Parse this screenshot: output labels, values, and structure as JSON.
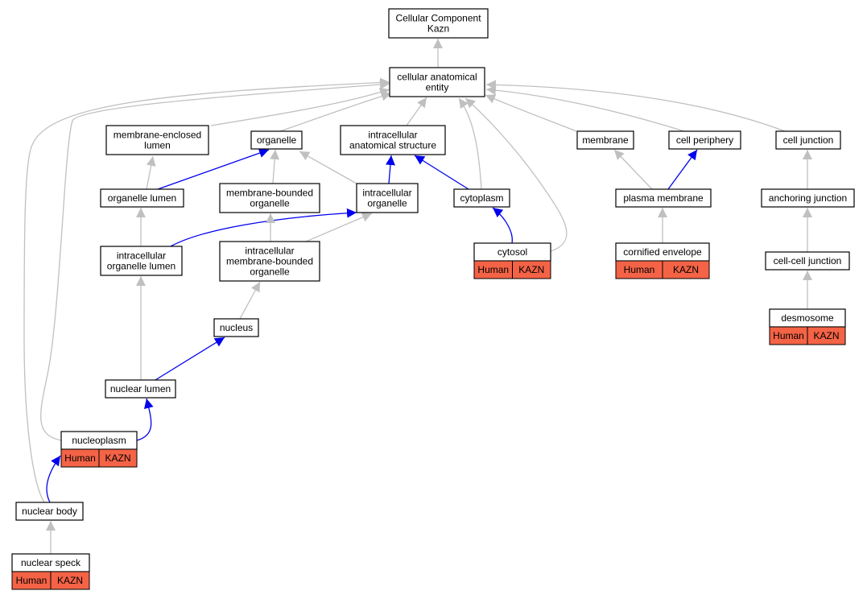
{
  "colors": {
    "edge_gray": "#c0c0c0",
    "edge_blue": "#0000ee",
    "annotation_fill": "#f46346",
    "node_fill": "#ffffff",
    "node_border": "#000000"
  },
  "nodes": {
    "root": {
      "lines": [
        "Cellular Component",
        "Kazn"
      ]
    },
    "cae": {
      "lines": [
        "cellular anatomical",
        "entity"
      ]
    },
    "mel": {
      "lines": [
        "membrane-enclosed",
        "lumen"
      ]
    },
    "organelle": {
      "lines": [
        "organelle"
      ]
    },
    "ias": {
      "lines": [
        "intracellular",
        "anatomical structure"
      ]
    },
    "membrane": {
      "lines": [
        "membrane"
      ]
    },
    "cellper": {
      "lines": [
        "cell periphery"
      ]
    },
    "celljunc": {
      "lines": [
        "cell junction"
      ]
    },
    "orglumen": {
      "lines": [
        "organelle lumen"
      ]
    },
    "mbo": {
      "lines": [
        "membrane-bounded",
        "organelle"
      ]
    },
    "io": {
      "lines": [
        "intracellular",
        "organelle"
      ]
    },
    "cytoplasm": {
      "lines": [
        "cytoplasm"
      ]
    },
    "plasmamem": {
      "lines": [
        "plasma membrane"
      ]
    },
    "anchjunc": {
      "lines": [
        "anchoring junction"
      ]
    },
    "iol": {
      "lines": [
        "intracellular",
        "organelle lumen"
      ]
    },
    "imbo": {
      "lines": [
        "intracellular",
        "membrane-bounded",
        "organelle"
      ]
    },
    "cytosol": {
      "lines": [
        "cytosol"
      ],
      "annotation": [
        "Human",
        "KAZN"
      ]
    },
    "cornenv": {
      "lines": [
        "cornified envelope"
      ],
      "annotation": [
        "Human",
        "KAZN"
      ]
    },
    "ccjunc": {
      "lines": [
        "cell-cell junction"
      ]
    },
    "nucleus": {
      "lines": [
        "nucleus"
      ]
    },
    "desmosome": {
      "lines": [
        "desmosome"
      ],
      "annotation": [
        "Human",
        "KAZN"
      ]
    },
    "nuclumen": {
      "lines": [
        "nuclear lumen"
      ]
    },
    "nucleoplasm": {
      "lines": [
        "nucleoplasm"
      ],
      "annotation": [
        "Human",
        "KAZN"
      ]
    },
    "nucbody": {
      "lines": [
        "nuclear body"
      ]
    },
    "nucspeck": {
      "lines": [
        "nuclear speck"
      ],
      "annotation": [
        "Human",
        "KAZN"
      ]
    }
  },
  "edges": [
    {
      "from": "cae",
      "to": "root",
      "color": "gray"
    },
    {
      "from": "mel",
      "to": "cae",
      "color": "gray"
    },
    {
      "from": "organelle",
      "to": "cae",
      "color": "gray"
    },
    {
      "from": "ias",
      "to": "cae",
      "color": "gray"
    },
    {
      "from": "membrane",
      "to": "cae",
      "color": "gray"
    },
    {
      "from": "cellper",
      "to": "cae",
      "color": "gray"
    },
    {
      "from": "celljunc",
      "to": "cae",
      "color": "gray"
    },
    {
      "from": "cytoplasm",
      "to": "cae",
      "color": "gray"
    },
    {
      "from": "cytosol",
      "to": "cae",
      "color": "gray"
    },
    {
      "from": "nucleoplasm",
      "to": "cae",
      "color": "gray"
    },
    {
      "from": "nucbody",
      "to": "cae",
      "color": "gray"
    },
    {
      "from": "orglumen",
      "to": "mel",
      "color": "gray"
    },
    {
      "from": "orglumen",
      "to": "organelle",
      "color": "blue"
    },
    {
      "from": "mbo",
      "to": "organelle",
      "color": "gray"
    },
    {
      "from": "io",
      "to": "organelle",
      "color": "gray"
    },
    {
      "from": "io",
      "to": "ias",
      "color": "blue"
    },
    {
      "from": "cytoplasm",
      "to": "ias",
      "color": "blue"
    },
    {
      "from": "plasmamem",
      "to": "membrane",
      "color": "gray"
    },
    {
      "from": "plasmamem",
      "to": "cellper",
      "color": "blue"
    },
    {
      "from": "anchjunc",
      "to": "celljunc",
      "color": "gray"
    },
    {
      "from": "iol",
      "to": "orglumen",
      "color": "gray"
    },
    {
      "from": "iol",
      "to": "io",
      "color": "blue"
    },
    {
      "from": "imbo",
      "to": "mbo",
      "color": "gray"
    },
    {
      "from": "imbo",
      "to": "io",
      "color": "gray"
    },
    {
      "from": "cytosol",
      "to": "cytoplasm",
      "color": "blue"
    },
    {
      "from": "cornenv",
      "to": "plasmamem",
      "color": "gray"
    },
    {
      "from": "ccjunc",
      "to": "anchjunc",
      "color": "gray"
    },
    {
      "from": "nucleus",
      "to": "imbo",
      "color": "gray"
    },
    {
      "from": "desmosome",
      "to": "ccjunc",
      "color": "gray"
    },
    {
      "from": "nuclumen",
      "to": "iol",
      "color": "gray"
    },
    {
      "from": "nuclumen",
      "to": "nucleus",
      "color": "blue"
    },
    {
      "from": "nucleoplasm",
      "to": "nuclumen",
      "color": "blue"
    },
    {
      "from": "nucbody",
      "to": "nucleoplasm",
      "color": "blue"
    },
    {
      "from": "nucspeck",
      "to": "nucbody",
      "color": "gray"
    }
  ]
}
